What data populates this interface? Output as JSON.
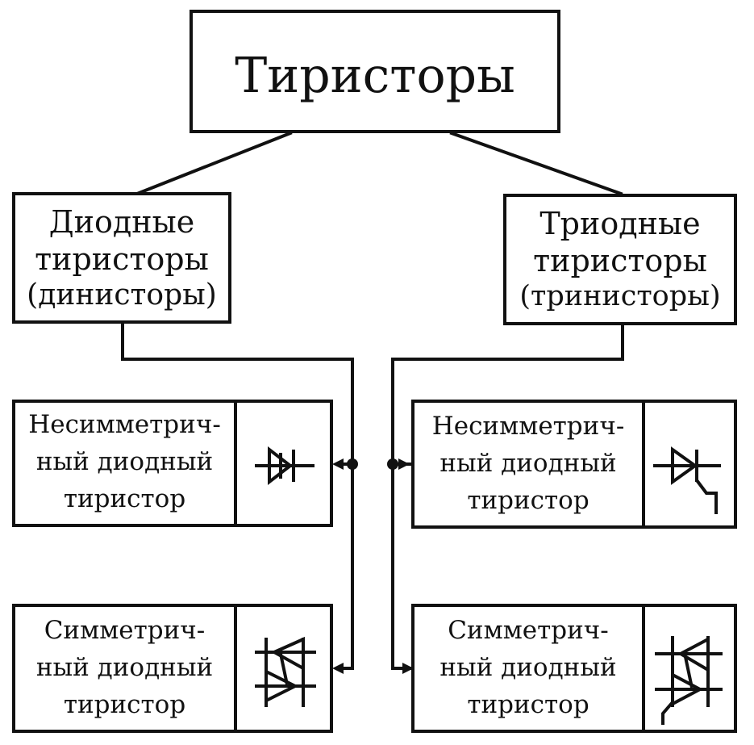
{
  "root": {
    "label": "Тиристоры"
  },
  "branches": [
    {
      "lines": [
        "Диодные",
        "тиристоры",
        "(динисторы)"
      ]
    },
    {
      "lines": [
        "Триодные",
        "тиристоры",
        "(тринисторы)"
      ]
    }
  ],
  "leaves": [
    {
      "lines": [
        "Несимметрич-",
        "ный диодный",
        "тиристор"
      ],
      "symbol": "asymmetric-diode-thyristor-symbol"
    },
    {
      "lines": [
        "Симметрич-",
        "ный диодный",
        "тиристор"
      ],
      "symbol": "symmetric-diode-thyristor-symbol"
    },
    {
      "lines": [
        "Несимметрич-",
        "ный диодный",
        "тиристор"
      ],
      "symbol": "asymmetric-triode-thyristor-symbol"
    },
    {
      "lines": [
        "Симметрич-",
        "ный диодный",
        "тиристор"
      ],
      "symbol": "symmetric-triode-thyristor-symbol"
    }
  ],
  "colors": {
    "ink": "#111111",
    "paper": "#ffffff"
  }
}
